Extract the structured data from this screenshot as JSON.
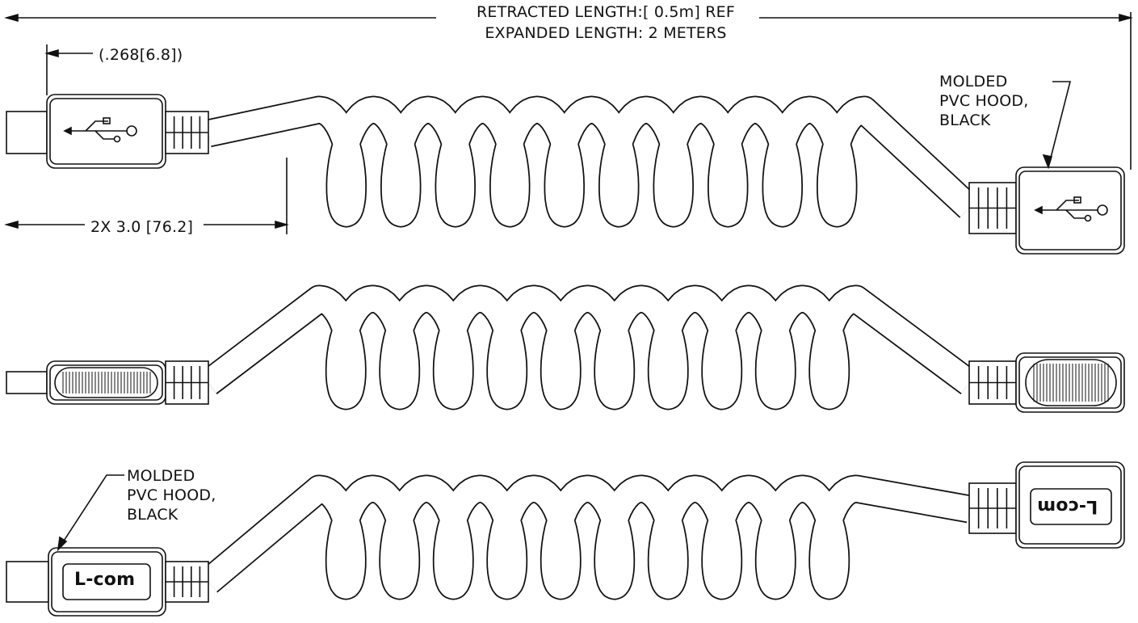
{
  "dimensions": {
    "retracted_length": "RETRACTED LENGTH:[ 0.5m] REF",
    "expanded_length": "EXPANDED LENGTH: 2 METERS",
    "plug_offset": "(.268[6.8])",
    "relief_length": "2X 3.0 [76.2]"
  },
  "callouts": {
    "top_right": [
      "MOLDED",
      "PVC HOOD,",
      "BLACK"
    ],
    "bottom_left": [
      "MOLDED",
      "PVC HOOD,",
      "BLACK"
    ]
  },
  "logo": {
    "text": "L-com"
  },
  "colors": {
    "line": "#111111",
    "background": "#ffffff"
  }
}
